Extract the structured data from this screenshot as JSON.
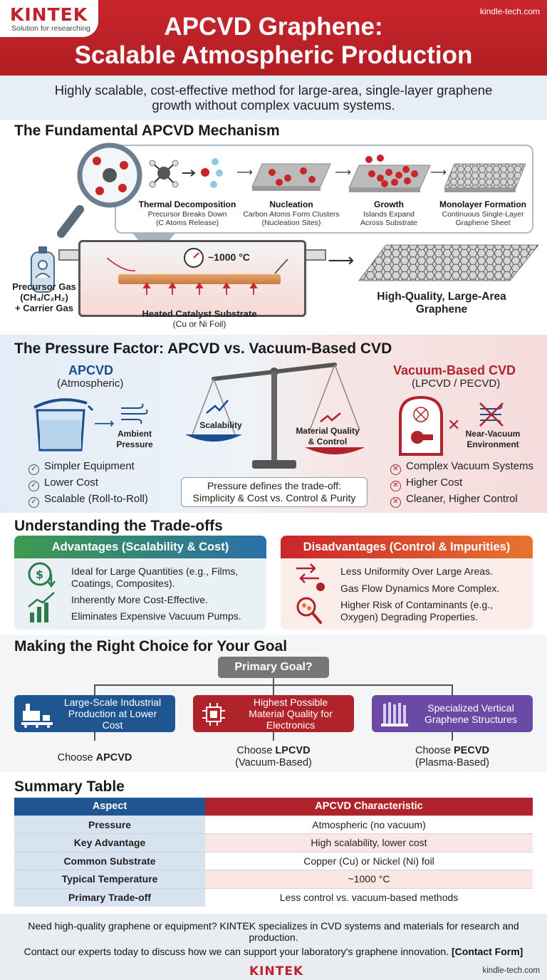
{
  "brand": {
    "name": "KINTEK",
    "tagline": "Solution for researching",
    "site": "kindle-tech.com"
  },
  "title": {
    "line1": "APCVD Graphene:",
    "line2": "Scalable Atmospheric Production"
  },
  "subtitle": {
    "line1": "Highly scalable, cost-effective method for large-area, single-layer graphene",
    "line2": "growth without complex vacuum systems."
  },
  "mechanism": {
    "heading": "The Fundamental APCVD Mechanism",
    "stages": [
      {
        "title": "Thermal Decomposition",
        "desc1": "Precursor Breaks Down",
        "desc2": "(C Atoms Release)"
      },
      {
        "title": "Nucleation",
        "desc1": "Carbon Atoms Form Clusters",
        "desc2": "(Nucleation Sites)"
      },
      {
        "title": "Growth",
        "desc1": "Islands Expand",
        "desc2": "Across Substrate"
      },
      {
        "title": "Monolayer Formation",
        "desc1": "Continuous Single-Layer",
        "desc2": "Graphene Sheet"
      }
    ],
    "temperature": "~1000 °C",
    "precursor": {
      "line1": "Precursor Gas",
      "line2": "(CH₄/C₂H₂)",
      "line3": "+ Carrier Gas"
    },
    "substrate": {
      "title": "Heated Catalyst Substrate",
      "desc": "(Cu or Ni Foil)"
    },
    "result": {
      "line1": "High-Quality, Large-Area",
      "line2": "Graphene"
    }
  },
  "pressure": {
    "heading": "The Pressure Factor: APCVD vs. Vacuum-Based CVD",
    "apcvd": {
      "title": "APCVD",
      "sub": "(Atmospheric)",
      "ambient1": "Ambient",
      "ambient2": "Pressure",
      "items": [
        "Simpler Equipment",
        "Lower Cost",
        "Scalable (Roll-to-Roll)"
      ]
    },
    "scale": {
      "left": "Scalability",
      "right1": "Material Quality",
      "right2": "& Control"
    },
    "vacuum": {
      "title": "Vacuum-Based CVD",
      "sub": "(LPCVD / PECVD)",
      "env1": "Near-Vacuum",
      "env2": "Environment",
      "items": [
        "Complex Vacuum Systems",
        "Higher Cost",
        "Cleaner, Higher Control"
      ]
    },
    "tradeoff": {
      "line1": "Pressure defines the trade-off:",
      "line2": "Simplicity & Cost vs. Control & Purity"
    }
  },
  "tradeoffs": {
    "heading": "Understanding the Trade-offs",
    "advantages": {
      "title": "Advantages (Scalability & Cost)",
      "items": [
        "Ideal for Large Quantities (e.g., Films,",
        "Coatings, Composites).",
        "Inherently More Cost-Effective.",
        "Eliminates Expensive Vacuum Pumps."
      ]
    },
    "disadvantages": {
      "title": "Disadvantages (Control & Impurities)",
      "items": [
        "Less Uniformity Over Large Areas.",
        "Gas Flow Dynamics More Complex.",
        "Higher Risk of Contaminants (e.g.,",
        "Oxygen) Degrading Properties."
      ]
    }
  },
  "choice": {
    "heading": "Making the Right Choice for Your Goal",
    "goal": "Primary Goal?",
    "options": [
      {
        "l1": "Large-Scale Industrial",
        "l2": "Production at Lower",
        "l3": "Cost",
        "choose": "Choose ",
        "method": "APCVD",
        "note": ""
      },
      {
        "l1": "Highest Possible",
        "l2": "Material Quality for",
        "l3": "Electronics",
        "choose": "Choose ",
        "method": "LPCVD",
        "note": "(Vacuum-Based)"
      },
      {
        "l1": "Specialized Vertical",
        "l2": "Graphene Structures",
        "l3": "",
        "choose": "Choose ",
        "method": "PECVD",
        "note": "(Plasma-Based)"
      }
    ]
  },
  "table": {
    "heading": "Summary Table",
    "headers": [
      "Aspect",
      "APCVD Characteristic"
    ],
    "rows": [
      [
        "Pressure",
        "Atmospheric (no vacuum)"
      ],
      [
        "Key Advantage",
        "High scalability, lower cost"
      ],
      [
        "Common Substrate",
        "Copper (Cu) or Nickel (Ni) foil"
      ],
      [
        "Typical Temperature",
        "~1000 °C"
      ],
      [
        "Primary Trade-off",
        "Less control vs. vacuum-based methods"
      ]
    ]
  },
  "footer": {
    "line1": "Need high-quality graphene or equipment? KINTEK specializes in CVD systems and materials for research and",
    "line2": "production.",
    "line3": "Contact our experts today to discuss how we can support your laboratory's graphene innovation. ",
    "cta": "[Contact Form]"
  },
  "colors": {
    "red": "#b1232a",
    "blue": "#1b4e8e",
    "green": "#3f9a4f",
    "orange": "#e8742f",
    "purple": "#6a4aa4"
  }
}
